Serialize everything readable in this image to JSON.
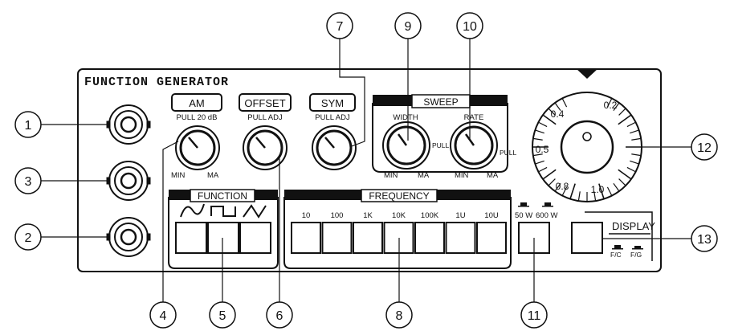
{
  "panel": {
    "title": "FUNCTION GENERATOR"
  },
  "am": {
    "label": "AM",
    "sub": "PULL 20 dB",
    "min": "MIN",
    "max": "MA"
  },
  "offset": {
    "label": "OFFSET",
    "sub": "PULL ADJ"
  },
  "sym": {
    "label": "SYM",
    "sub": "PULL ADJ"
  },
  "sweep": {
    "label": "SWEEP",
    "width": {
      "label": "WIDTH",
      "pull": "PULL",
      "min": "MIN",
      "max": "MA"
    },
    "rate": {
      "label": "RATE",
      "pull": "PULL",
      "min": "MIN",
      "max": "MA"
    }
  },
  "dial": {
    "marks": [
      "0.2",
      "0.4",
      "0.5",
      "0.8",
      "1.0"
    ]
  },
  "function": {
    "label": "FUNCTION",
    "waves": [
      "sine-wave-icon",
      "square-wave-icon",
      "triangle-wave-icon"
    ]
  },
  "frequency": {
    "label": "FREQUENCY",
    "ranges": [
      "10",
      "100",
      "1K",
      "10K",
      "100K",
      "1U",
      "10U"
    ]
  },
  "impedance": {
    "low": "50 W",
    "high": "600 W"
  },
  "display": {
    "label": "DISPLAY",
    "left": "F/C",
    "right": "F/G"
  },
  "callouts": [
    "1",
    "2",
    "3",
    "4",
    "5",
    "6",
    "7",
    "8",
    "9",
    "10",
    "11",
    "12",
    "13"
  ],
  "colors": {
    "ink": "#111111",
    "paper": "#ffffff"
  }
}
